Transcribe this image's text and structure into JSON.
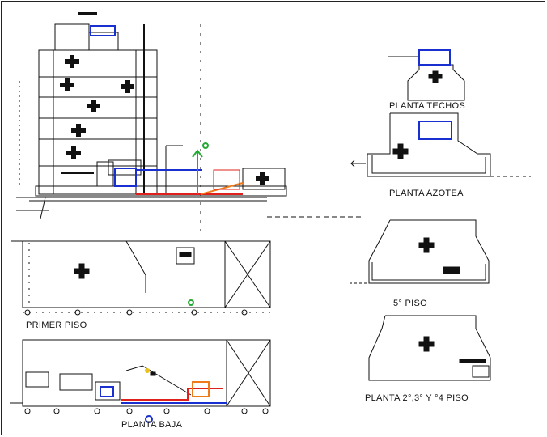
{
  "drawing": {
    "labels": {
      "planta_techos": "PLANTA TECHOS",
      "planta_azotea": "PLANTA AZOTEA",
      "quinto_piso": "5° PISO",
      "pisos_2_3_4": "PLANTA 2°,3° Y °4 PISO",
      "primer_piso": "PRIMER PISO",
      "planta_baja": "PLANTA BAJA"
    },
    "colors": {
      "linework": "#111111",
      "accent_blue": "#1a2fd0",
      "accent_red": "#e0201a",
      "accent_orange": "#ee7a1a",
      "accent_green": "#22aa33",
      "accent_yellow": "#e6c21a"
    }
  }
}
